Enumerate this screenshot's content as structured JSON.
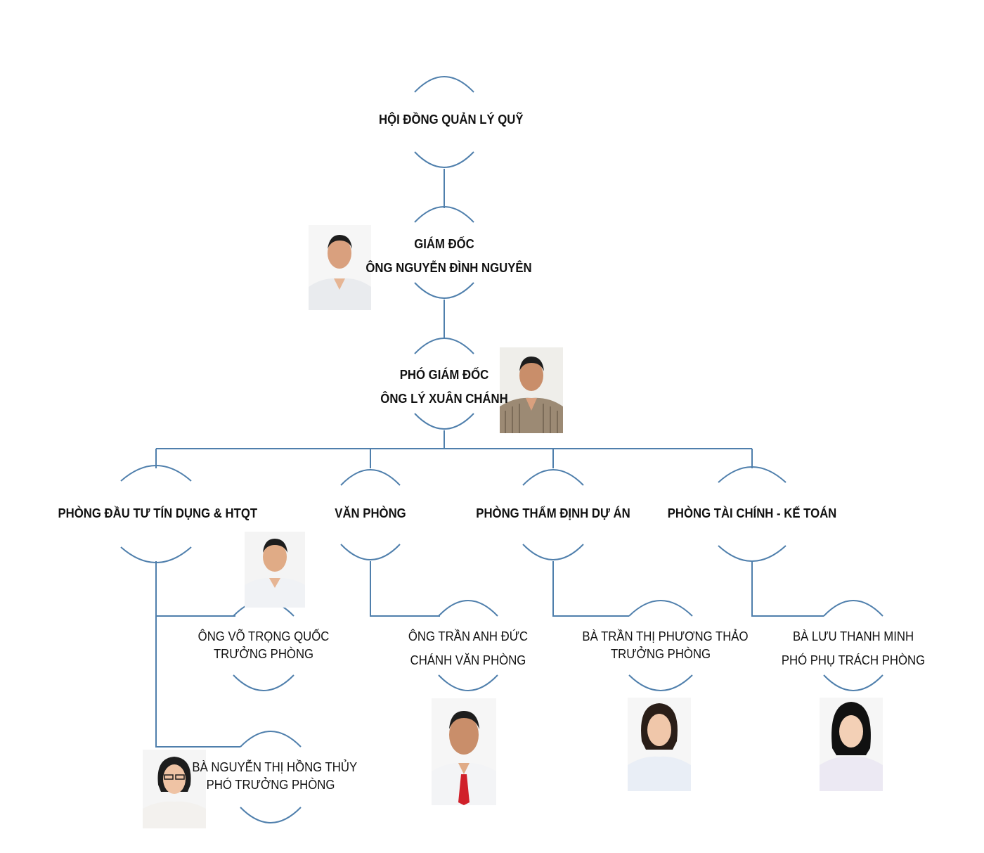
{
  "colors": {
    "line": "#4f7fac",
    "skin": "#e6b594",
    "hair": "#1d1d1d",
    "shirt_white": "#f2f3f6"
  },
  "board": {
    "title": "HỘI ĐỒNG QUẢN LÝ QUỸ"
  },
  "director": {
    "title": "GIÁM ĐỐC",
    "name": "ÔNG NGUYỄN ĐÌNH NGUYÊN"
  },
  "vice_director": {
    "title": "PHÓ GIÁM ĐỐC",
    "name": "ÔNG LÝ XUÂN CHÁNH"
  },
  "departments": [
    {
      "name": "PHÒNG ĐẦU TƯ TÍN DỤNG & HTQT",
      "staff": [
        {
          "name": "ÔNG VÕ TRỌNG QUỐC",
          "role": "TRƯỞNG PHÒNG"
        },
        {
          "name": "BÀ NGUYỄN THỊ HỒNG THỦY",
          "role": "PHÓ TRƯỞNG PHÒNG"
        }
      ]
    },
    {
      "name": "VĂN PHÒNG",
      "staff": [
        {
          "name": "ÔNG TRẦN ANH ĐỨC",
          "role": "CHÁNH VĂN PHÒNG"
        }
      ]
    },
    {
      "name": "PHÒNG THẨM ĐỊNH DỰ ÁN",
      "staff": [
        {
          "name": "BÀ TRẦN THỊ PHƯƠNG THẢO",
          "role": "TRƯỞNG PHÒNG"
        }
      ]
    },
    {
      "name": "PHÒNG TÀI CHÍNH - KẾ TOÁN",
      "staff": [
        {
          "name": "BÀ LƯU THANH MINH",
          "role": "PHÓ PHỤ TRÁCH PHÒNG"
        }
      ]
    }
  ]
}
